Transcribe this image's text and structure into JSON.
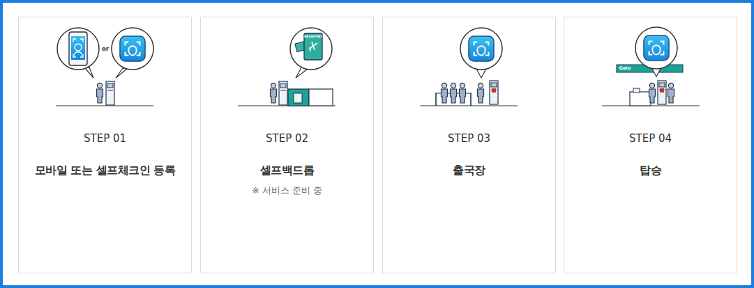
{
  "diagram": {
    "nodes": [
      {
        "text": [
          "STEP 01",
          "모바일 또는 셀프체크인 등록"
        ]
      },
      {
        "text": [
          "STEP 02",
          "셀프백드롭",
          "※ 서비스 준비 중"
        ]
      },
      {
        "text": [
          "STEP 03",
          "출국장"
        ]
      },
      {
        "text": [
          "STEP 04",
          "탑승"
        ]
      }
    ],
    "labels": [
      "or",
      "PASSPORT",
      "Gate"
    ]
  }
}
